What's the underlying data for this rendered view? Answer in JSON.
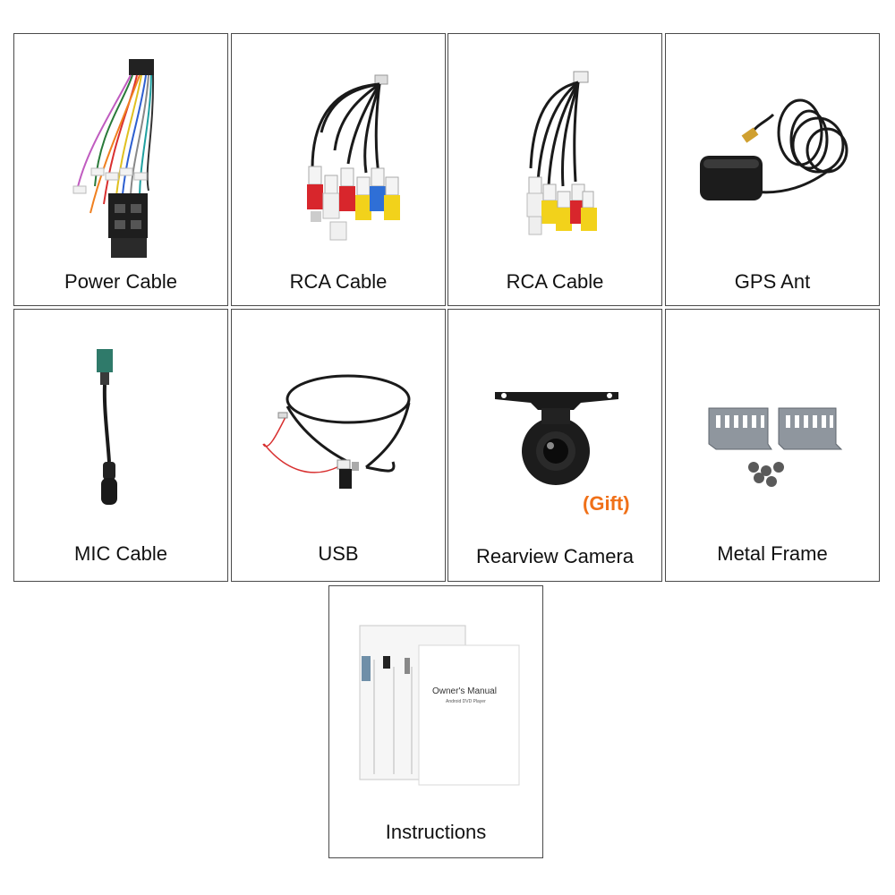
{
  "items": [
    {
      "label": "Power Cable",
      "icon": "power-cable-icon"
    },
    {
      "label": "RCA Cable",
      "icon": "rca-cable-icon"
    },
    {
      "label": "RCA Cable",
      "icon": "rca-cable-icon"
    },
    {
      "label": "GPS Ant",
      "icon": "gps-antenna-icon"
    },
    {
      "label": "MIC Cable",
      "icon": "mic-cable-icon"
    },
    {
      "label": "USB",
      "icon": "usb-cable-icon"
    },
    {
      "label": "Rearview Camera",
      "icon": "rearview-camera-icon",
      "badge": "(Gift)"
    },
    {
      "label": "Metal Frame",
      "icon": "metal-frame-icon"
    },
    {
      "label": "Instructions",
      "icon": "instructions-manual-icon",
      "manual_title": "Owner's Manual",
      "manual_subtitle": "Android DVD Player"
    }
  ],
  "colors": {
    "border": "#4a4a4a",
    "gift": "#f07018",
    "rca_red": "#d8262c",
    "rca_yellow": "#f2d21b",
    "rca_white": "#f0f0f0",
    "rca_blue": "#2f6fd6"
  }
}
